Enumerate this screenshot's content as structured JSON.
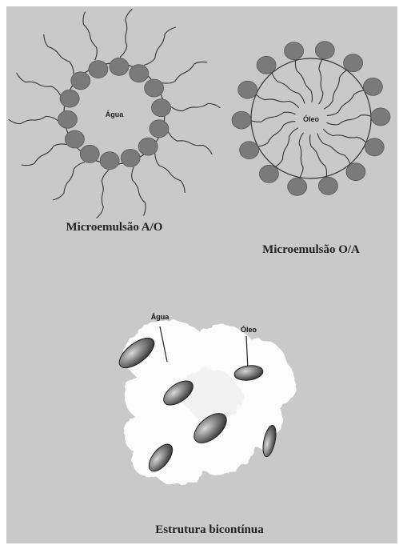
{
  "figure": {
    "colors": {
      "background": "#c9c9c9",
      "head": "#7a7a7a",
      "tail": "#333333",
      "cloud": "#ffffff"
    },
    "micro_ao": {
      "caption": "Microemulsão A/O",
      "inner_label": "Água"
    },
    "micro_oa": {
      "caption": "Microemulsão O/A",
      "inner_label": "Óleo"
    },
    "bicontinuous": {
      "caption": "Estrutura bicontínua",
      "label_water": "Água",
      "label_oil": "Óleo"
    }
  }
}
